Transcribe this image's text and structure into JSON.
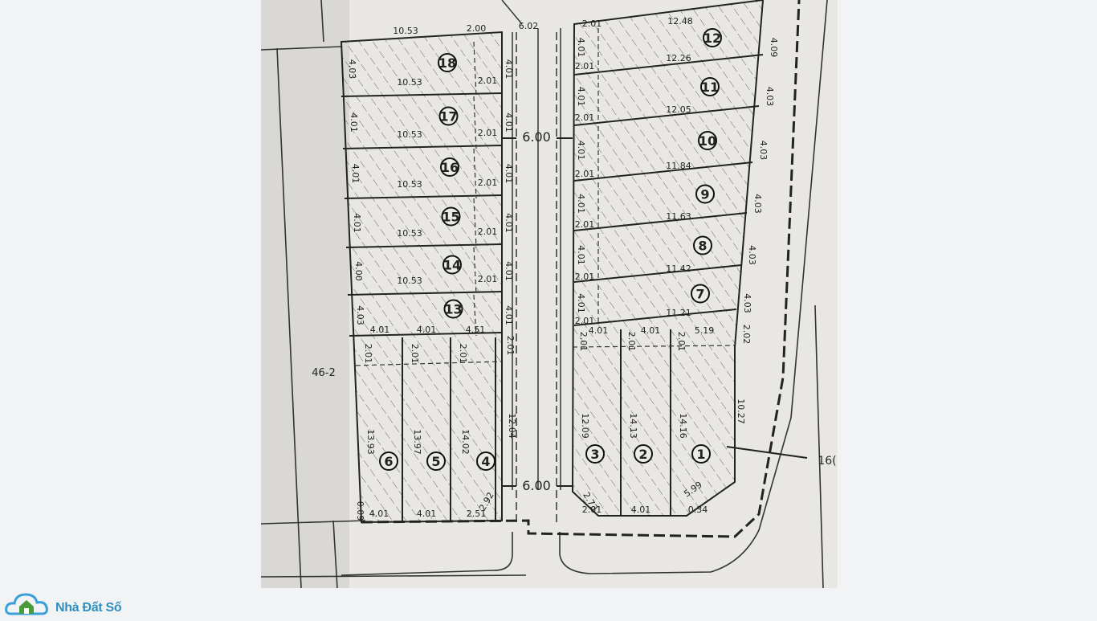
{
  "plan": {
    "top_dims": [
      "10.53",
      "2.00",
      "6.02",
      "2.01",
      "12.48"
    ],
    "road_label": "6.00",
    "neighbor_label": "46-2",
    "right_label": "16(",
    "left_lots": [
      {
        "n": "18",
        "depth": "4.03",
        "len": "10.53",
        "back": "2.01",
        "side": "4.01"
      },
      {
        "n": "17",
        "depth": "4.01",
        "len": "10.53",
        "back": "2.01",
        "side": "4.01"
      },
      {
        "n": "16",
        "depth": "4.01",
        "len": "10.53",
        "back": "2.01",
        "side": "4.01"
      },
      {
        "n": "15",
        "depth": "4.01",
        "len": "10.53",
        "back": "2.01",
        "side": "4.01"
      },
      {
        "n": "14",
        "depth": "4.00",
        "len": "10.53",
        "back": "2.01",
        "side": "4.01"
      },
      {
        "n": "13",
        "depth": "4.03",
        "len": "",
        "back": "",
        "side": "4.01"
      }
    ],
    "right_lots": [
      {
        "n": "12",
        "depth": "4.09",
        "len": "12.26",
        "side": "4.01",
        "back": "2.01"
      },
      {
        "n": "11",
        "depth": "4.03",
        "len": "12.05",
        "side": "4.01",
        "back": "2.01"
      },
      {
        "n": "10",
        "depth": "4.03",
        "len": "11.84",
        "side": "4.01",
        "back": "2.01"
      },
      {
        "n": "9",
        "depth": "4.03",
        "len": "11.63",
        "side": "4.01",
        "back": "2.01"
      },
      {
        "n": "8",
        "depth": "4.03",
        "len": "11.42",
        "side": "4.01",
        "back": "2.01"
      },
      {
        "n": "7",
        "depth": "4.03",
        "len": "11.21",
        "side": "4.01",
        "back": "2.01"
      }
    ],
    "lot13_bottom": [
      "4.01",
      "4.01",
      "4.51"
    ],
    "lot7_bottom": [
      "4.01",
      "4.01",
      "5.19"
    ],
    "bottom_left_lots": [
      {
        "n": "6",
        "len": "13.93",
        "top": "2.01",
        "width": "4.01"
      },
      {
        "n": "5",
        "len": "13.97",
        "top": "2.01",
        "width": "4.01"
      },
      {
        "n": "4",
        "len": "14.02",
        "top": "2.01",
        "width": "2.51"
      }
    ],
    "bottom_right_lots": [
      {
        "n": "3",
        "len": "12.09",
        "top": "2.01",
        "width": "2.01"
      },
      {
        "n": "2",
        "len": "14.13",
        "top": "2.01",
        "width": "4.01"
      },
      {
        "n": "1",
        "len": "14.16",
        "top": "2.01",
        "width": "0.34"
      }
    ],
    "misc": {
      "lot4_side": "12.04",
      "lot4_corner": "2.92",
      "lot4_side_top": "2.01",
      "lot1_side": "10.27",
      "lot1_corner": "5.99",
      "lot1_side_top": "2.02",
      "lot3_corner": "2.73",
      "lot6_corner": "0.09"
    }
  },
  "brand": {
    "name": "Nhà Đất Số",
    "icon": "house-cloud-icon",
    "colors": {
      "cloud": "#3aa0d8",
      "house": "#4a9b3a",
      "text": "#2f8fbf"
    }
  }
}
